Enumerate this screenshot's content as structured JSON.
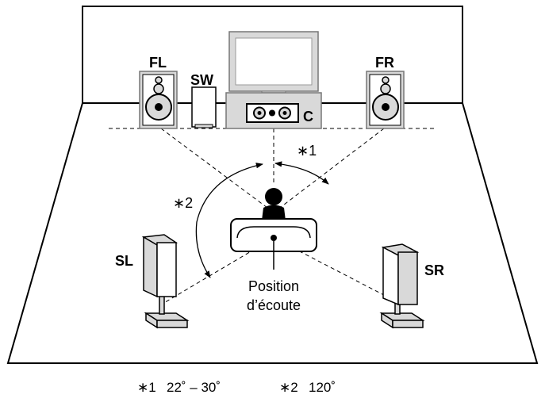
{
  "speakers": {
    "front_left": "FL",
    "subwoofer": "SW",
    "front_right": "FR",
    "center": "C",
    "surround_left": "SL",
    "surround_right": "SR"
  },
  "listening_position": {
    "line1": "Position",
    "line2": "d’écoute"
  },
  "angle_markers": {
    "marker1": "∗1",
    "marker2": "∗2"
  },
  "footnotes": {
    "note1_marker": "∗1",
    "note1_value": "22˚ – 30˚",
    "note2_marker": "∗2",
    "note2_value": "120˚"
  },
  "colors": {
    "speaker_fill": "#d9d9d9",
    "line": "#000000",
    "background": "#ffffff"
  }
}
